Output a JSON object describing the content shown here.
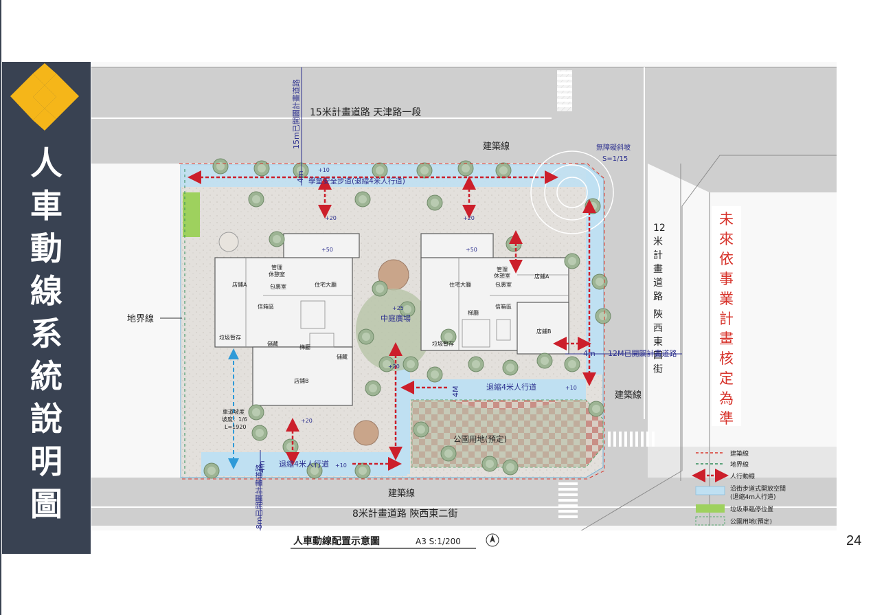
{
  "slide": {
    "vertical_title": [
      "人",
      "車",
      "動",
      "線",
      "系",
      "統",
      "說",
      "明",
      "圖"
    ],
    "page_number": "24",
    "caption_vertical": [
      "未",
      "來",
      "依",
      "事",
      "業",
      "計",
      "畫",
      "核",
      "定",
      "為",
      "準"
    ]
  },
  "plan": {
    "top_road": "15米計畫道路  天津路一段",
    "bottom_road": "8米計畫道路  陝西東二街",
    "right_road_chars": [
      "12",
      "米",
      "計",
      "畫",
      "道",
      "路",
      "",
      "陝",
      "西",
      "東",
      "四",
      "街"
    ],
    "top_side_road": "15m已開闢計畫道路",
    "bottom_side_road": "8m已開闢計畫道路",
    "right_side_road": "12M已開闢計畫道路",
    "building_line": "建築線",
    "boundary_line": "地界線",
    "ramp_label": "無障礙斜坡",
    "ramp_slope": "S=1/15",
    "school_walk": "學童安全步道(退縮4米人行道)",
    "setback_walk": "退縮4米人行道",
    "setback_4m": "4m",
    "setback_4M": "4M",
    "courtyard": "中庭廣場",
    "park": "公園用地(預定)",
    "car_ramp": [
      "車道坡度",
      "坡度：1/6",
      "L=1920"
    ],
    "elev_p10": "+10",
    "elev_p20": "+20",
    "elev_p25": "+25",
    "elev_p50": "+50",
    "rooms": {
      "shop_a": "店鋪A",
      "shop_b": "店鋪B",
      "lobby": "住宅大廳",
      "manage": "管理",
      "lounge": "休憩室",
      "parcel": "包裹室",
      "mailbox": "信箱區",
      "stair": "梯廳",
      "storage": "儲藏",
      "garbage": "垃圾暫存"
    },
    "drawing_title": "人車動線配置示意圖",
    "drawing_scale": "A3  S:1/200"
  },
  "legend": {
    "items": [
      {
        "label": "建築線",
        "color": "#d9362b"
      },
      {
        "label": "地界線",
        "color": "#2e8b57"
      },
      {
        "label": "人行動線",
        "color": "#cc1f2b"
      },
      {
        "label": "沿街步道式開放空間",
        "label2": "(退縮4m人行道)",
        "color": "#bfe0f2"
      },
      {
        "label": "垃圾車臨停位置",
        "color": "#9ed15e"
      },
      {
        "label": "公園用地(預定)",
        "color": "#5aa870"
      }
    ]
  },
  "colors": {
    "panel": "#394252",
    "accent": "#f5b619",
    "road": "#cfcfcf",
    "walk": "#bfe0f2",
    "arrow": "#cc1f2b",
    "label_blue": "#2b2f8e",
    "caption_red": "#d7332b"
  }
}
